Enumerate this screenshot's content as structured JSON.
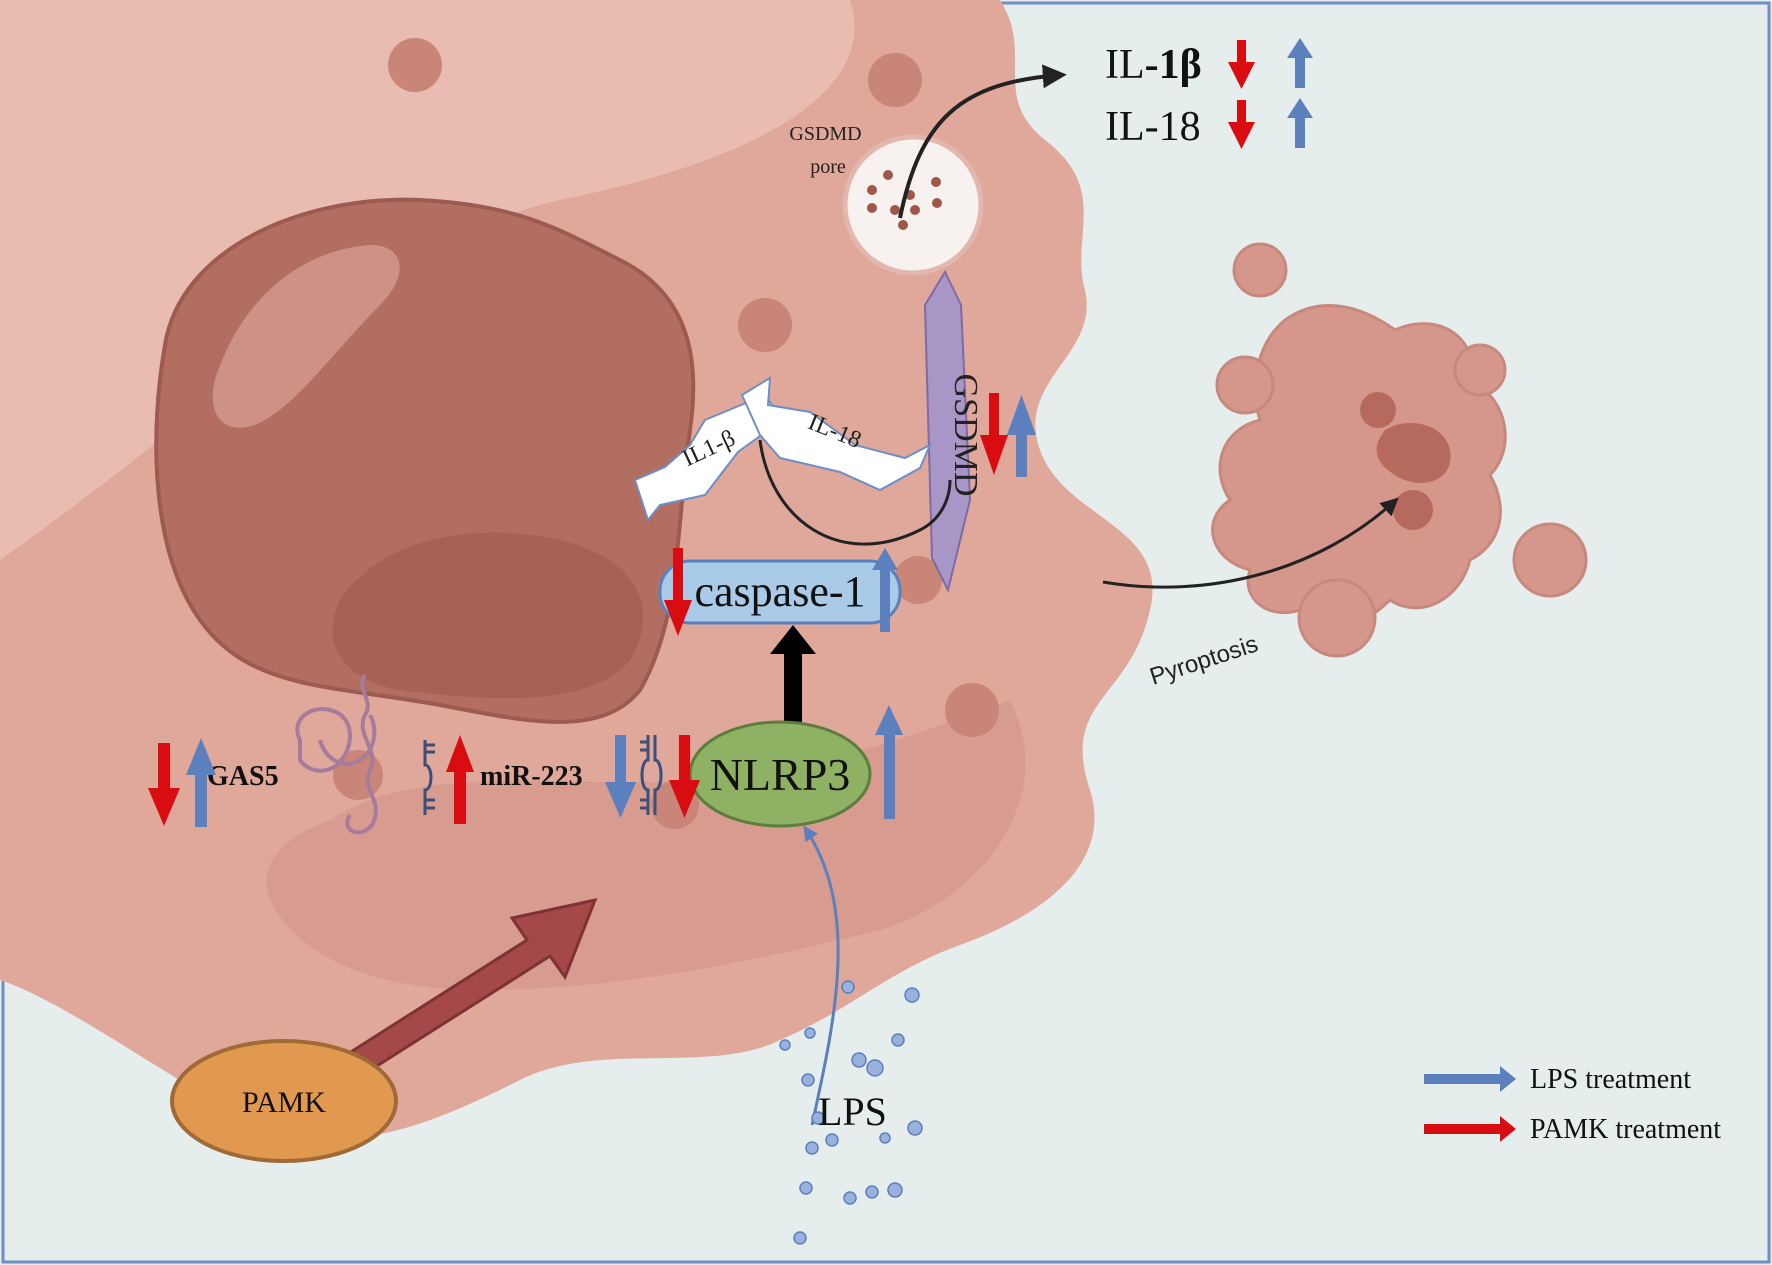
{
  "labels": {
    "il1b_prefix": "IL",
    "il1b_suffix": "-1β",
    "il18_out": "IL-18",
    "gsdmd_pore": [
      "GSDMD",
      "pore"
    ],
    "gsdmd": "GSDMD",
    "il1b_cleaved": "IL1-β",
    "il18_cleaved": "IL-18",
    "caspase": "caspase-1",
    "nlrp3": "NLRP3",
    "gas5": "GAS5",
    "mir223": "miR-223",
    "pyroptosis": "Pyroptosis",
    "pamk": "PAMK",
    "lps": "LPS"
  },
  "legend": [
    {
      "label": "LPS treatment",
      "color": "#5b80bd"
    },
    {
      "label": "PAMK treatment",
      "color": "#d90c12"
    }
  ],
  "colors": {
    "background": "#e6eeed",
    "frame": "#6d8ec6",
    "cell_body": "#e0a79b",
    "nucleus": "#b36e62",
    "lps_arrow": "#5b80bd",
    "pamk_arrow": "#d90c12",
    "gsdmd_fill": "#a896c6",
    "nlrp3_fill": "#8fb163",
    "caspase_fill": "#a9cbe8",
    "pamk_fill": "#e0994f",
    "pamk_effect_arrow": "#a4484a"
  }
}
